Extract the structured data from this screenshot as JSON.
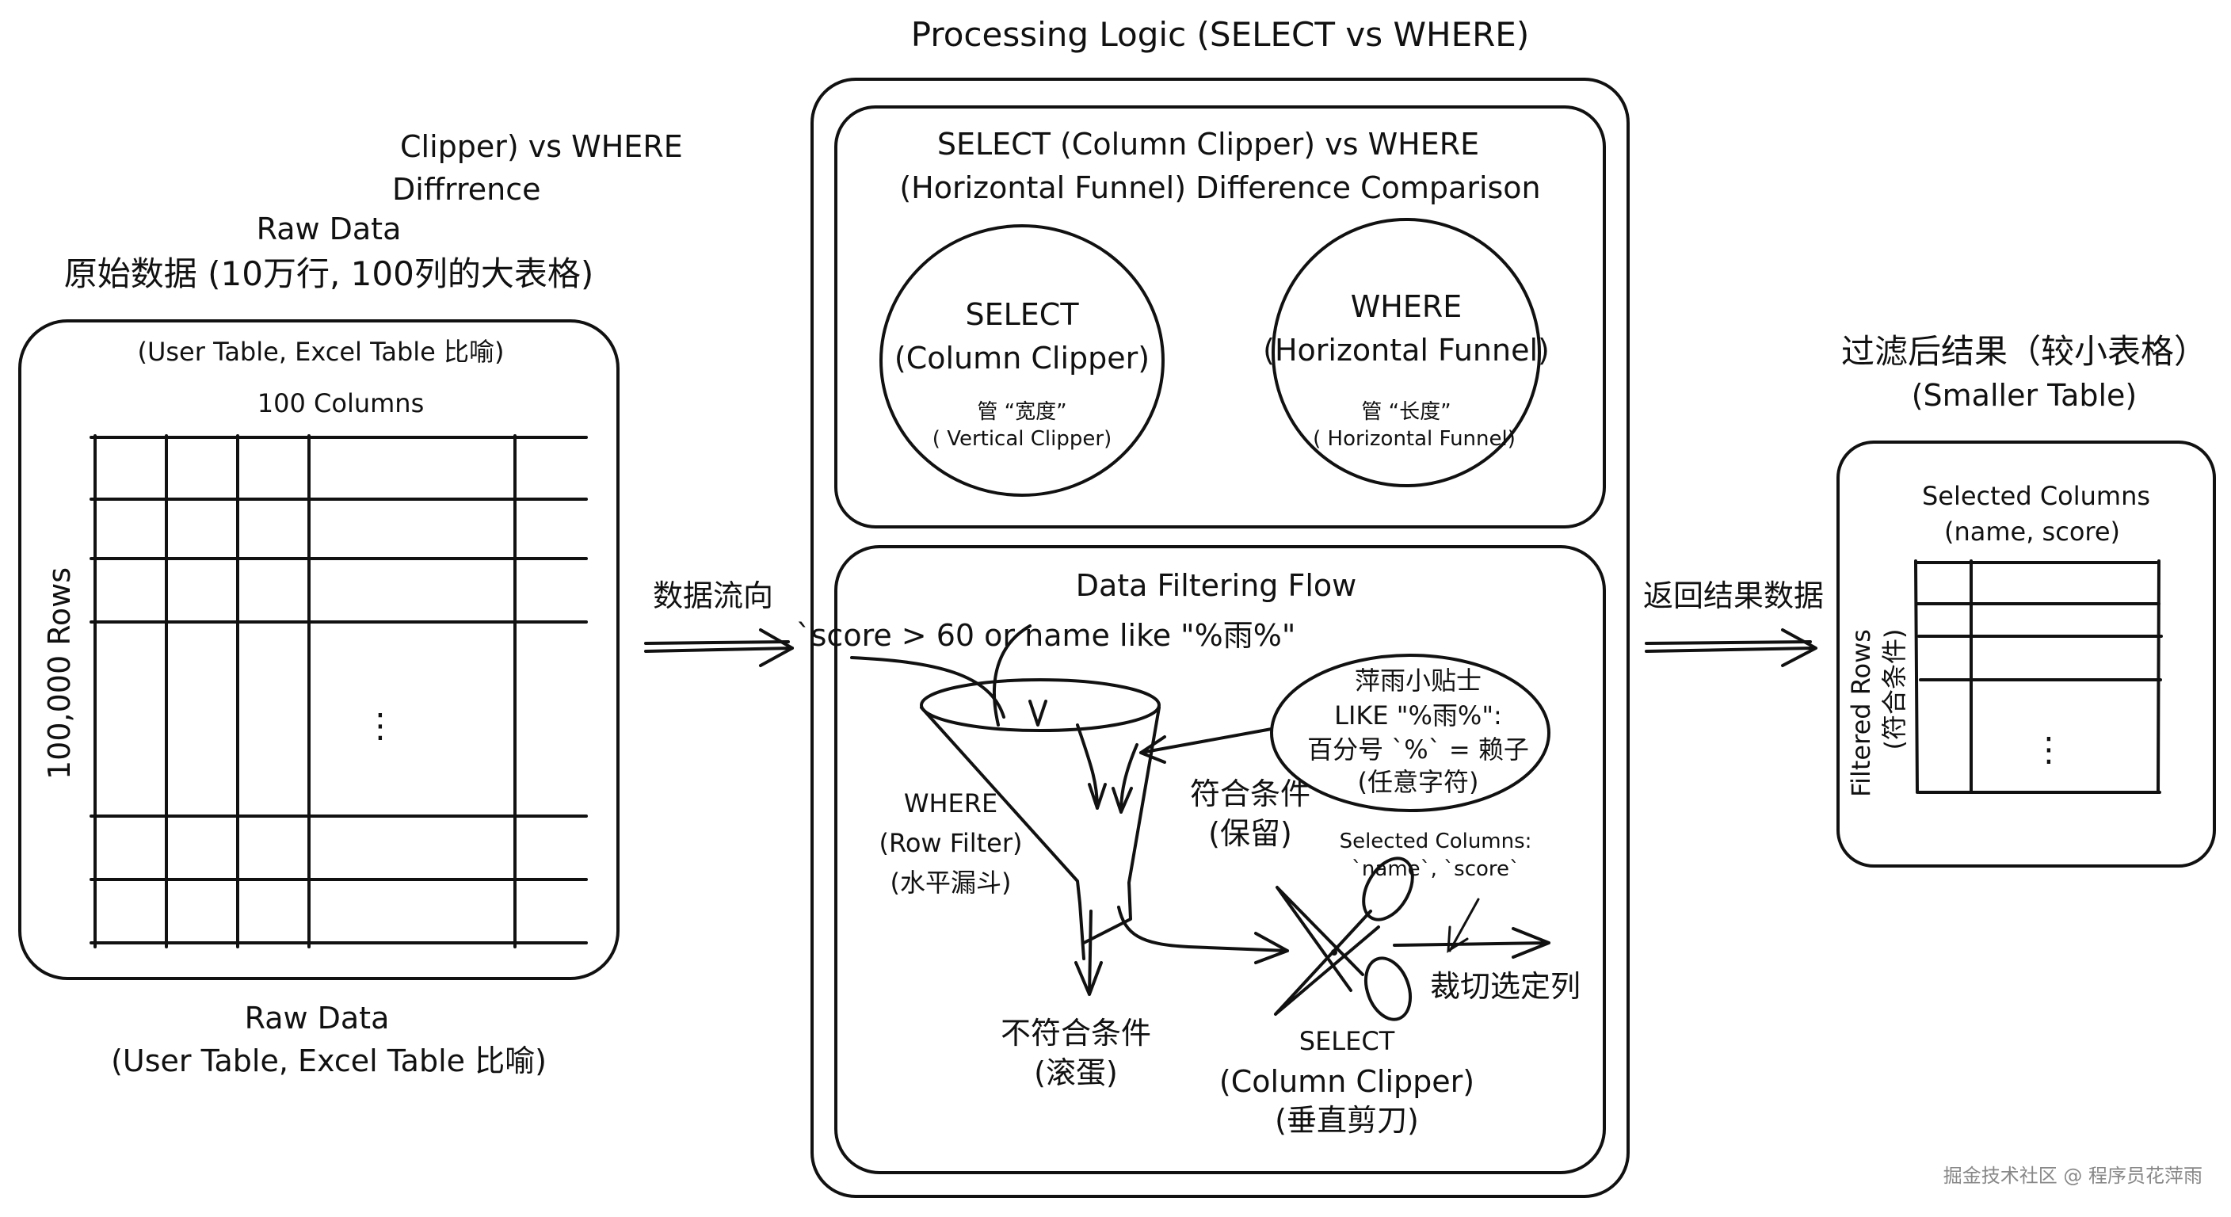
{
  "header": {
    "title": "Processing Logic (SELECT vs WHERE)"
  },
  "stray_text": {
    "line1": "Clipper) vs WHERE",
    "line2": "Diffrrence"
  },
  "raw_data": {
    "label_en": "Raw Data",
    "label_zh": "原始数据 (10万行, 100列的大表格)",
    "box_subtitle": "(User Table, Excel Table 比喻)",
    "columns_label": "100 Columns",
    "rows_label": "100,000 Rows",
    "ellipsis": "⋮",
    "footer_title": "Raw Data",
    "footer_subtitle": "(User Table, Excel Table 比喻)"
  },
  "flow_in_label": "数据流向",
  "flow_out_label": "返回结果数据",
  "comparison": {
    "title_line1": "SELECT (Column Clipper) vs WHERE",
    "title_line2": "(Horizontal Funnel) Difference Comparison",
    "select": {
      "title": "SELECT",
      "subtitle": "(Column Clipper)",
      "note": "管 “宽度”",
      "note2": "( Vertical Clipper)"
    },
    "where": {
      "title": "WHERE",
      "subtitle": "(Horizontal Funnel)",
      "note": "管 “长度”",
      "note2": "( Horizontal Funnel)"
    }
  },
  "filtering_flow": {
    "title": "Data Filtering Flow",
    "query": "`score > 60 or name like \"%雨%\"",
    "tip": {
      "line1": "萍雨小贴士",
      "line2": "LIKE \"%雨%\":",
      "line3": "百分号 `%` = 赖子",
      "line4": "(任意字符)"
    },
    "where_label": {
      "line1": "WHERE",
      "line2": "(Row Filter)",
      "line3": "(水平漏斗)"
    },
    "keep_label": {
      "line1": "符合条件",
      "line2": "(保留)"
    },
    "reject_label": {
      "line1": "不符合条件",
      "line2": "(滚蛋)"
    },
    "selected_columns": {
      "line1": "Selected Columns:",
      "line2": "`name`, `score`"
    },
    "cut_label": "裁切选定列",
    "select_label": {
      "line1": "SELECT",
      "line2": "(Column Clipper)",
      "line3": "(垂直剪刀)"
    }
  },
  "result": {
    "title_zh": "过滤后结果（较小表格）",
    "title_en": "(Smaller Table)",
    "columns_label": "Selected Columns",
    "columns_names": "(name, score)",
    "rows_label": "Filtered Rows",
    "rows_label_zh": "(符合条件)",
    "ellipsis": "⋮"
  },
  "watermark": "掘金技术社区 @ 程序员花萍雨"
}
